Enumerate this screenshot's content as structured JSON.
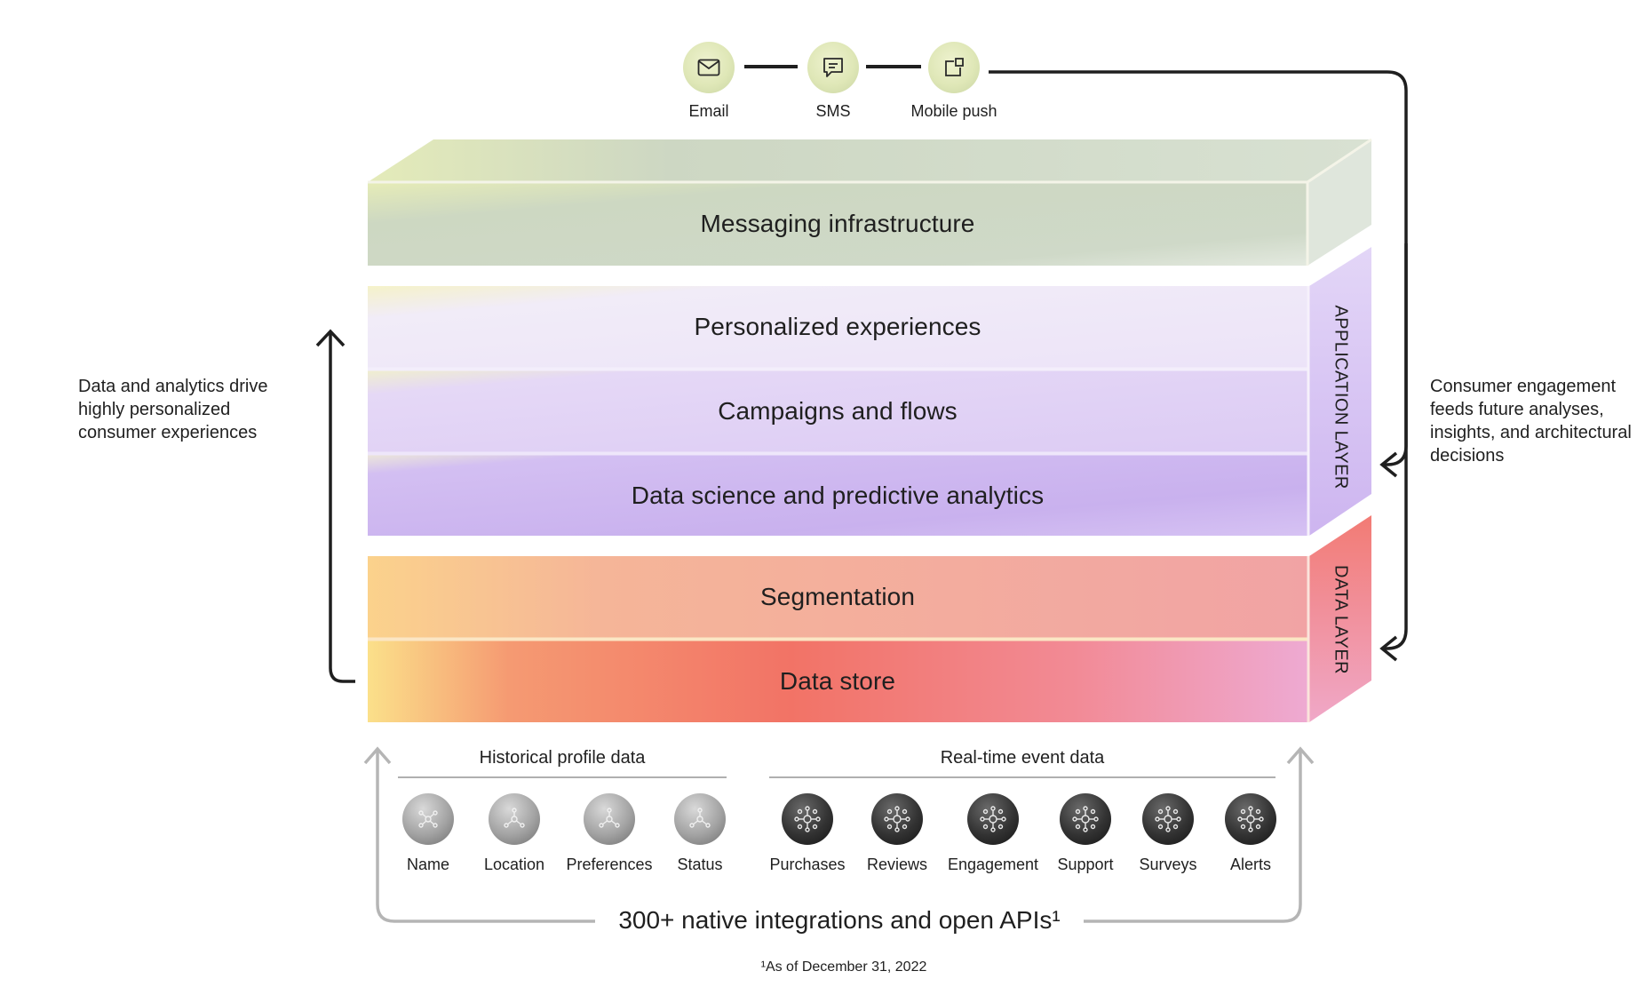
{
  "channels": [
    {
      "label": "Email",
      "icon": "email-icon"
    },
    {
      "label": "SMS",
      "icon": "sms-icon"
    },
    {
      "label": "Mobile push",
      "icon": "mobile-push-icon"
    }
  ],
  "layers": [
    {
      "label": "Messaging infrastructure"
    },
    {
      "label": "Personalized experiences"
    },
    {
      "label": "Campaigns and flows"
    },
    {
      "label": "Data science and predictive analytics"
    },
    {
      "label": "Segmentation"
    },
    {
      "label": "Data store"
    }
  ],
  "side_labels": {
    "application": "APPLICATION LAYER",
    "data": "DATA LAYER"
  },
  "notes": {
    "left": "Data and analytics drive highly personalized consumer experiences",
    "right": "Consumer engagement feeds future analyses, insights, and architectural decisions"
  },
  "sources": {
    "historical": {
      "title": "Historical profile data",
      "items": [
        "Name",
        "Location",
        "Preferences",
        "Status"
      ]
    },
    "realtime": {
      "title": "Real-time event data",
      "items": [
        "Purchases",
        "Reviews",
        "Engagement",
        "Support",
        "Surveys",
        "Alerts"
      ]
    }
  },
  "integrations": "300+ native integrations and open APIs¹",
  "footnote": "¹As of December 31, 2022",
  "colors": {
    "messaging": "#c9d6c3",
    "application": "#d9c6f3",
    "data": "#f3867a",
    "arrow": "#1f1f1f",
    "bracket": "#b5b5b5"
  }
}
